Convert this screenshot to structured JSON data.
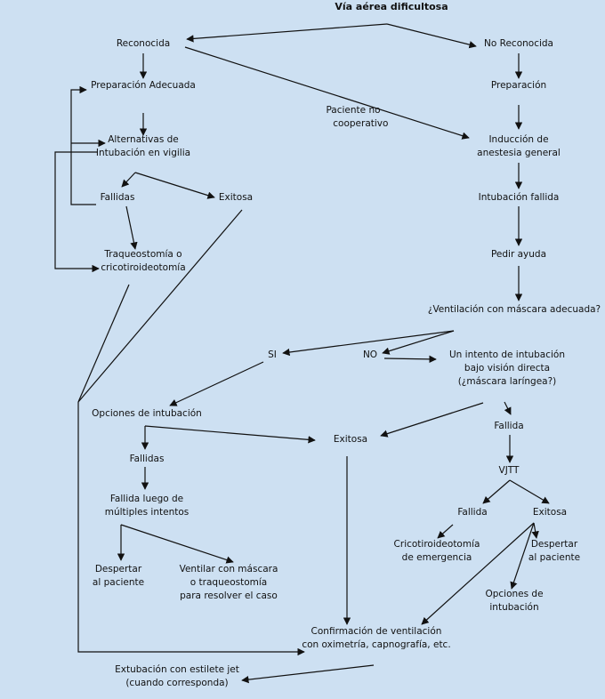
{
  "title": "Vía aérea dificultosa",
  "nodes": {
    "reconocida": "Reconocida",
    "no_reconocida": "No Reconocida",
    "preparacion_adecuada": "Preparación Adecuada",
    "preparacion": "Preparación",
    "paciente_no_cooperativo": "Paciente no\n     cooperativo",
    "alternativas_vigilia": "Alternativas de\nIntubación en vigilia",
    "induccion": "Inducción de\nanestesia general",
    "fallidas_top": "Fallidas",
    "exitosa_top": "Exitosa",
    "intubacion_fallida": "Intubación fallida",
    "traqueostomia": "Traqueostomía o\ncricotiroideotomía",
    "pedir_ayuda": "Pedir ayuda",
    "ventilacion_mascara": "¿Ventilación con máscara adecuada?",
    "si": "SI",
    "no": "NO",
    "intento_vision_directa": "Un intento de intubación\nbajo visión directa\n(¿máscara laríngea?)",
    "opciones_intubacion": "Opciones de intubación",
    "fallida_right": "Fallida",
    "exitosa_center": "Exitosa",
    "fallidas_bottom": "Fallidas",
    "vjtt": "VJTT",
    "fallida_multiples": "Fallida luego de\nmúltiples intentos",
    "fallida_vjtt": "Fallida",
    "exitosa_vjtt": "Exitosa",
    "cricotiroideotomia_emergencia": "Cricotiroideotomía\nde emergencia",
    "despertar_right": "Despertar\nal paciente",
    "despertar_left": "Despertar\nal paciente",
    "ventilar_mascara": "Ventilar con máscara\no traqueostomía\npara resolver el caso",
    "opciones_intubacion_right": "Opciones de\nintubación",
    "confirmacion": "Confirmación de ventilación\ncon oximetría, capnografía, etc.",
    "extubacion": "Extubación con estilete jet\n(cuando corresponda)"
  }
}
